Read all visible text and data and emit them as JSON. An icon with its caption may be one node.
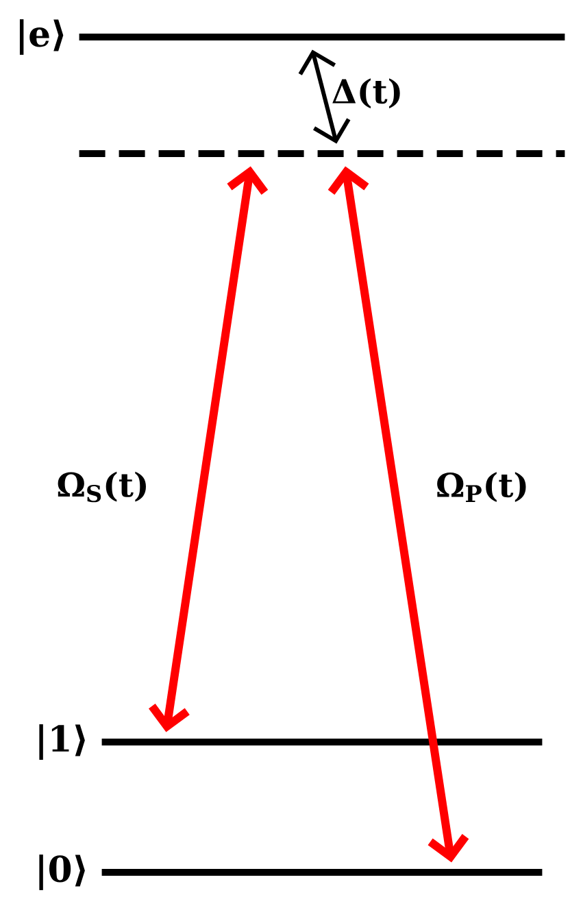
{
  "diagram": {
    "nodes": [
      {
        "text": [],
        "shape": "bar",
        "beside": [
          "|e⟩"
        ]
      },
      {
        "text": [],
        "shape": "bar"
      },
      {
        "text": [],
        "shape": "bar",
        "beside": [
          "|1⟩"
        ]
      },
      {
        "text": [],
        "shape": "bar",
        "beside": [
          "|0⟩"
        ]
      }
    ],
    "edges": [
      {
        "from": 0,
        "to": 1,
        "arrow": "both",
        "label": "Δ(t)",
        "color": "#000000"
      },
      {
        "from": 1,
        "to": 2,
        "arrow": "both",
        "label": "Ω$_{S}$(t)"
      },
      {
        "from": 1,
        "to": 3,
        "arrow": "both",
        "label": "Ω$_{P}$(t)"
      }
    ]
  }
}
